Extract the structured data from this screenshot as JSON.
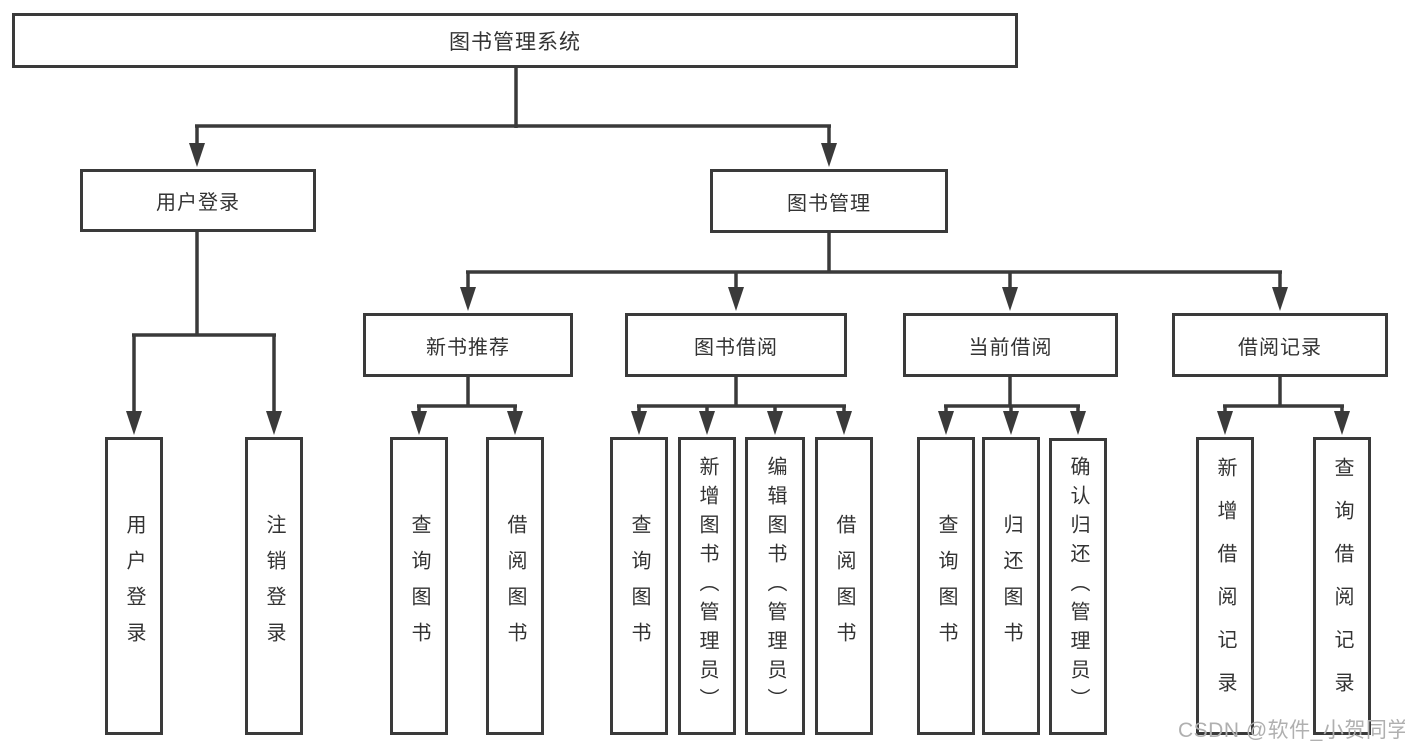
{
  "diagram": {
    "root": "图书管理系统",
    "level2": [
      "用户登录",
      "图书管理"
    ],
    "level3": [
      "新书推荐",
      "图书借阅",
      "当前借阅",
      "借阅记录"
    ],
    "leaves": {
      "user_login": [
        "用户登录",
        "注销登录"
      ],
      "new_books": [
        "查询图书",
        "借阅图书"
      ],
      "book_borrow": [
        "查询图书",
        "新增图书（管理员）",
        "编辑图书（管理员）",
        "借阅图书"
      ],
      "current_borrow": [
        "查询图书",
        "归还图书",
        "确认归还（管理员）"
      ],
      "borrow_records": [
        "新增借阅记录",
        "查询借阅记录"
      ]
    }
  },
  "watermark": "CSDN @软件_小贺同学",
  "colors": {
    "line": "#3a3a3a",
    "text": "#333333",
    "background": "#ffffff",
    "watermark": "#b0b0b0"
  }
}
